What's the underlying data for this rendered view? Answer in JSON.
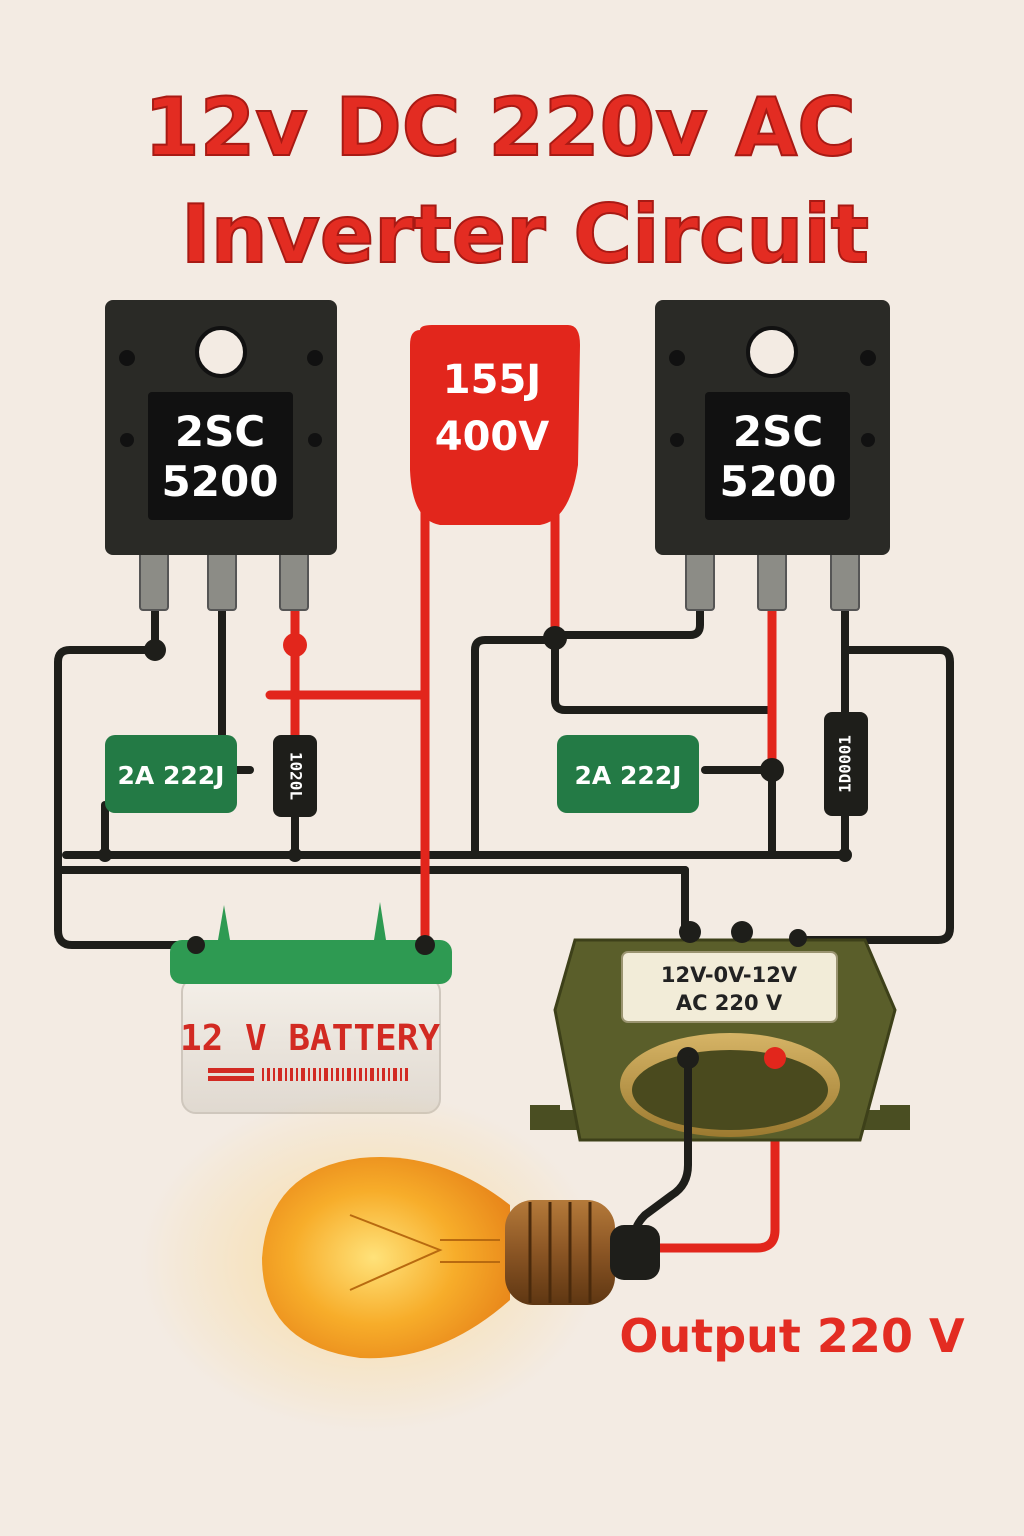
{
  "title": {
    "line1": "12v DC 220v AC",
    "line2": "Inverter Circuit"
  },
  "transistor_left": {
    "line1": "2SC",
    "line2": "5200"
  },
  "transistor_right": {
    "line1": "2SC",
    "line2": "5200"
  },
  "capacitor_main": {
    "line1": "155J",
    "line2": "400V"
  },
  "capacitor_left": {
    "label": "2A 222J"
  },
  "capacitor_right": {
    "label": "2A 222J"
  },
  "resistor_left": {
    "label": "1020L"
  },
  "resistor_right": {
    "label": "1D0001"
  },
  "transformer": {
    "line1": "12V-0V-12V",
    "line2": "AC 220 V"
  },
  "battery": {
    "label": "12 V BATTERY"
  },
  "output": {
    "label": "Output 220 V"
  },
  "colors": {
    "title": "#e32c22",
    "wire_red": "#e2261c",
    "wire_black": "#1e1e1a",
    "capacitor_green": "#237a45",
    "transistor_body": "#2a2a26",
    "transformer_olive": "#5a5e2a",
    "bulb": "#f5a71e"
  }
}
